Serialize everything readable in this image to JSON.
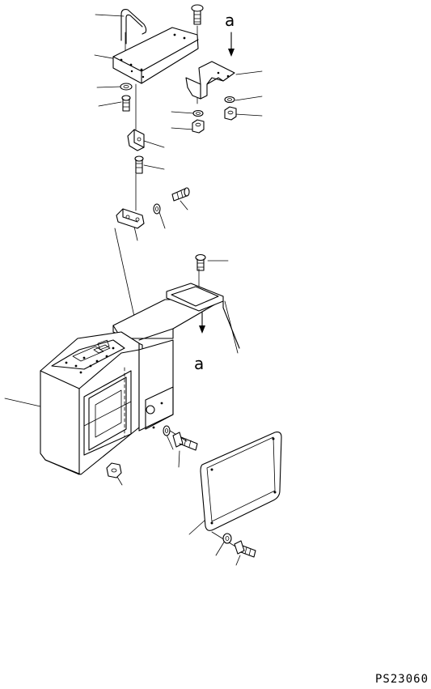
{
  "labels": {
    "view_marker_top": "a",
    "view_marker_bottom": "a"
  },
  "drawing_code": "PS23060"
}
